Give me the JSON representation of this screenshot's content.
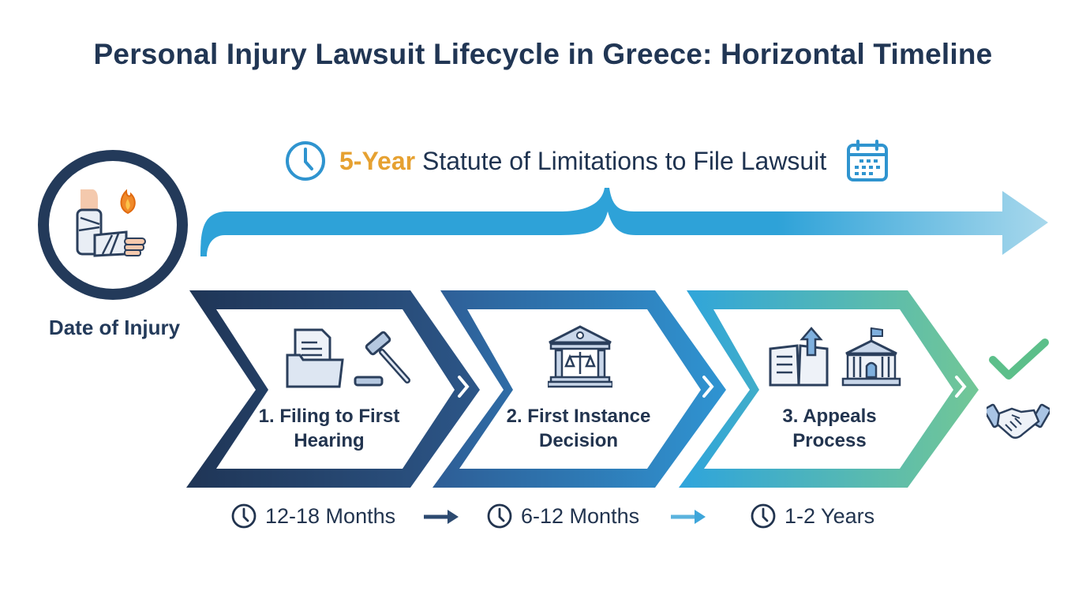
{
  "title": "Personal Injury Lawsuit Lifecycle in Greece: Horizontal Timeline",
  "statute": {
    "highlight": "5-Year",
    "text": "Statute of Limitations to File Lawsuit",
    "left_icon": "clock-icon",
    "right_icon": "calendar-icon",
    "highlight_color": "#e6a131"
  },
  "start": {
    "label": "Date of Injury",
    "icon": "injured-arm-icon"
  },
  "stages": [
    {
      "number": "1.",
      "line1": "1. Filing to First",
      "line2": "Hearing",
      "icons": [
        "document-folder-icon",
        "gavel-icon"
      ],
      "duration": "12-18 Months",
      "color": "#233a5a"
    },
    {
      "number": "2.",
      "line1": "2. First Instance",
      "line2": "Decision",
      "icons": [
        "courthouse-scales-icon"
      ],
      "duration": "6-12 Months",
      "color": "#2f6fb0"
    },
    {
      "number": "3.",
      "line1": "3. Appeals",
      "line2": "Process",
      "icons": [
        "open-book-upload-icon",
        "courthouse-flag-icon"
      ],
      "duration": "1-2 Years",
      "color": "#2da3d8"
    }
  ],
  "end": {
    "icons": [
      "checkmark-icon",
      "handshake-icon"
    ],
    "check_color": "#5cbf8a"
  },
  "colors": {
    "navy": "#233a5a",
    "blue": "#2f8fd0",
    "light_blue": "#2ea3d9",
    "green": "#6cc597",
    "text": "#22344f"
  }
}
